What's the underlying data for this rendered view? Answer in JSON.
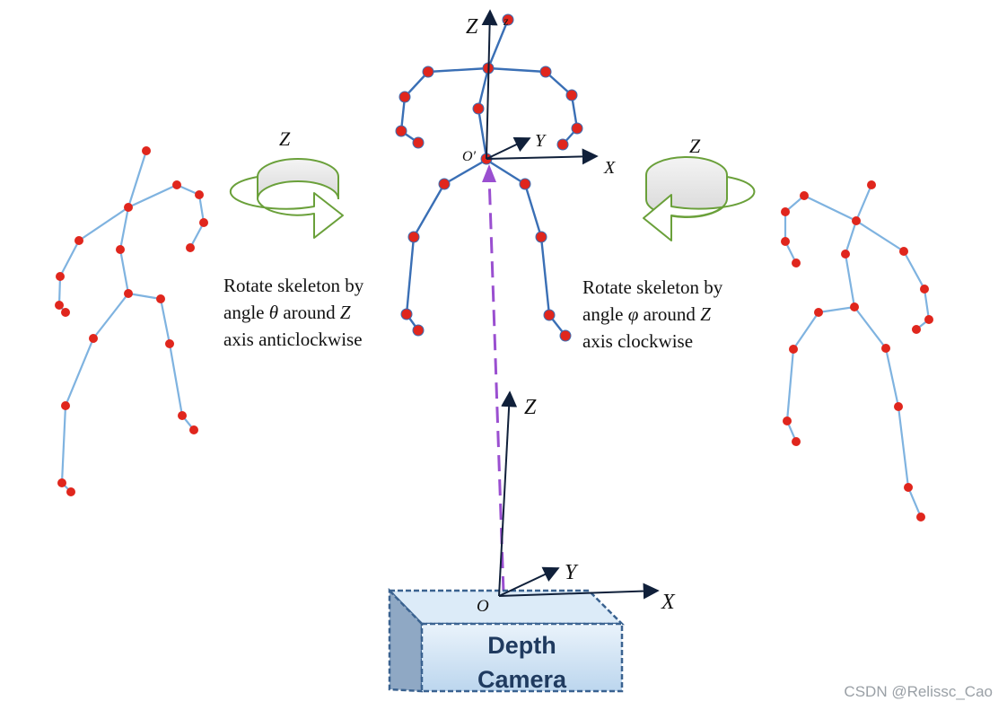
{
  "labels": {
    "z_top": "Z",
    "z_small": "z",
    "o_prime": "O′",
    "y_top": "Y",
    "x_top": "X",
    "z_left_rot": "Z",
    "z_right_rot": "Z",
    "z_cam": "Z",
    "y_cam": "Y",
    "x_cam": "X",
    "o_cam": "O"
  },
  "caption_left": {
    "line1": "Rotate skeleton by",
    "line2_a": "angle ",
    "line2_symbol": "θ",
    "line2_b": " around ",
    "line2_axis": "Z",
    "line3": "axis anticlockwise"
  },
  "caption_right": {
    "line1": "Rotate skeleton by",
    "line2_a": "angle ",
    "line2_symbol": "φ",
    "line2_b": " around ",
    "line2_axis": "Z",
    "line3": "axis clockwise"
  },
  "camera": {
    "line1": "Depth",
    "line2": "Camera"
  },
  "watermark": "CSDN @Relissc_Cao",
  "colors": {
    "joint": "#e0261d",
    "bone_blue": "#3a6fb5",
    "bone_light": "#7fb3e0",
    "axis": "#10203a",
    "arrow_green": "#6aa03a",
    "dash_purple": "#9a4fd0",
    "camera_border": "#3a6290"
  }
}
